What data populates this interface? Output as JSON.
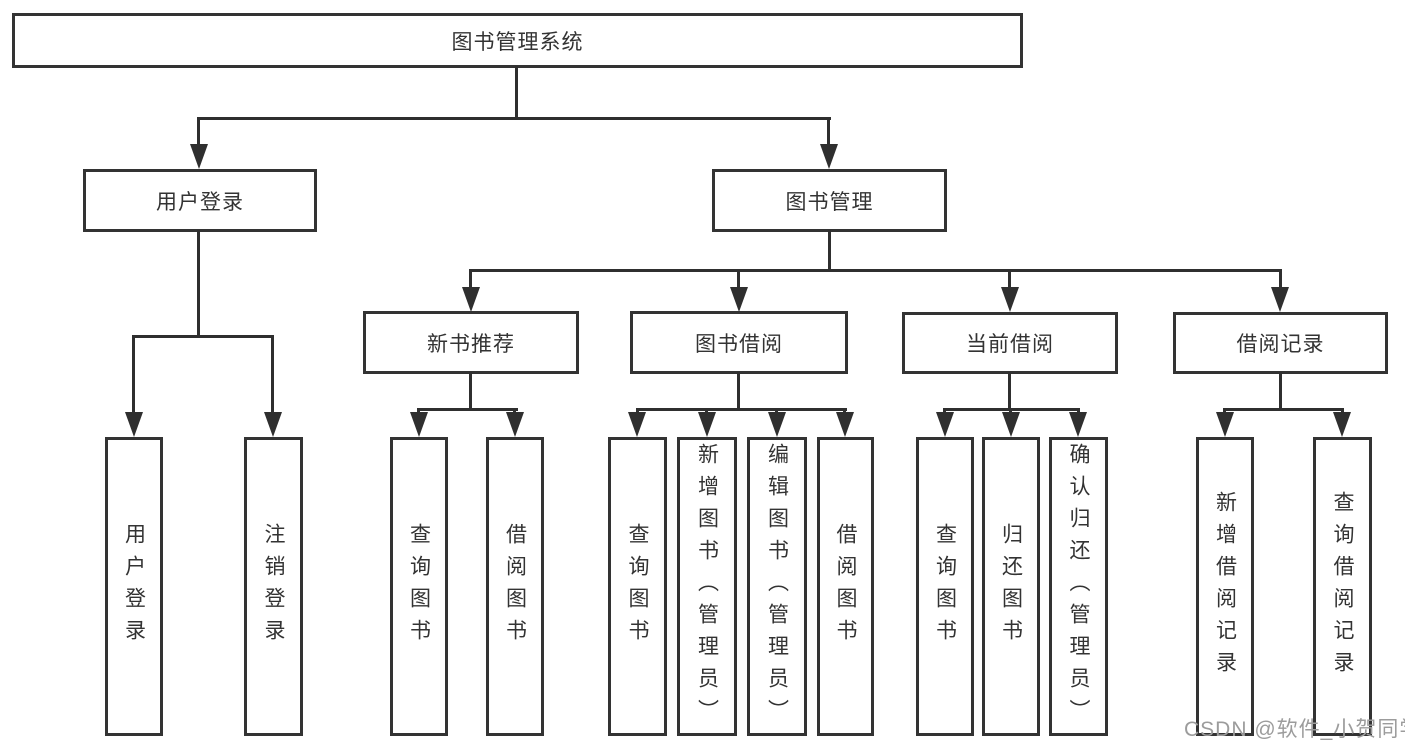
{
  "diagram": {
    "type": "hierarchy-tree",
    "colors": {
      "line": "#2f2f2f",
      "border": "#333333",
      "text": "#333333",
      "watermark": "#9c9c9c",
      "background": "#ffffff"
    },
    "nodes": {
      "root": "图书管理系统",
      "user_login": "用户登录",
      "book_mgmt": "图书管理",
      "new_book_rec": "新书推荐",
      "book_borrow": "图书借阅",
      "current_borrow": "当前借阅",
      "borrow_records": "借阅记录",
      "leaf_user_login": "用户登录",
      "leaf_logout": "注销登录",
      "leaf_nb_query": "查询图书",
      "leaf_nb_borrow": "借阅图书",
      "leaf_bb_query": "查询图书",
      "leaf_bb_add": "新增图书（管理员）",
      "leaf_bb_edit": "编辑图书（管理员）",
      "leaf_bb_borrow": "借阅图书",
      "leaf_cb_query": "查询图书",
      "leaf_cb_return": "归还图书",
      "leaf_cb_confirm": "确认归还（管理员）",
      "leaf_br_add": "新增借阅记录",
      "leaf_br_query": "查询借阅记录"
    },
    "edges": [
      [
        "图书管理系统",
        "用户登录"
      ],
      [
        "图书管理系统",
        "图书管理"
      ],
      [
        "用户登录",
        "用户登录(叶)"
      ],
      [
        "用户登录",
        "注销登录"
      ],
      [
        "图书管理",
        "新书推荐"
      ],
      [
        "图书管理",
        "图书借阅"
      ],
      [
        "图书管理",
        "当前借阅"
      ],
      [
        "图书管理",
        "借阅记录"
      ],
      [
        "新书推荐",
        "查询图书"
      ],
      [
        "新书推荐",
        "借阅图书"
      ],
      [
        "图书借阅",
        "查询图书"
      ],
      [
        "图书借阅",
        "新增图书（管理员）"
      ],
      [
        "图书借阅",
        "编辑图书（管理员）"
      ],
      [
        "图书借阅",
        "借阅图书"
      ],
      [
        "当前借阅",
        "查询图书"
      ],
      [
        "当前借阅",
        "归还图书"
      ],
      [
        "当前借阅",
        "确认归还（管理员）"
      ],
      [
        "借阅记录",
        "新增借阅记录"
      ],
      [
        "借阅记录",
        "查询借阅记录"
      ]
    ],
    "watermark": "CSDN @软件_小贺同学"
  }
}
